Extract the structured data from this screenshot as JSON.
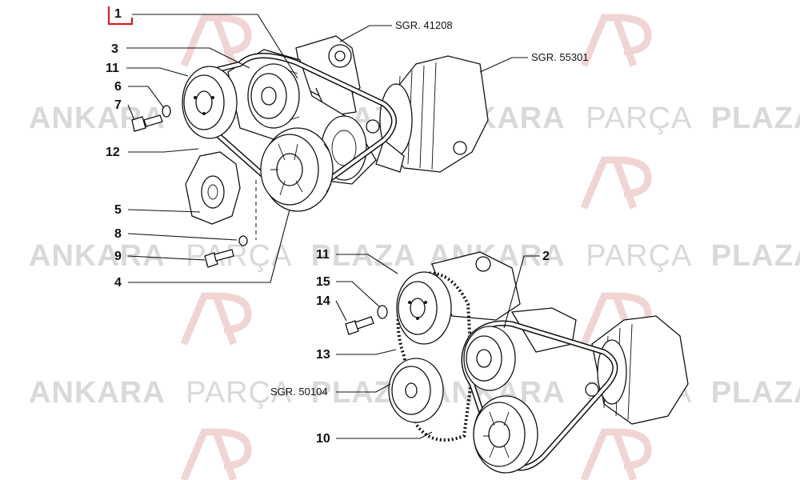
{
  "watermark": {
    "brand_word_1": "ANKARA",
    "brand_word_2": "PARÇA",
    "brand_word_3": "PLAZA",
    "logo_text": "AP",
    "color": "#d9d9d9",
    "logo_color": "#f3d6d6"
  },
  "highlight_color": "#cc2222",
  "callouts": {
    "c1": "1",
    "c3": "3",
    "c11a": "11",
    "c6": "6",
    "c7": "7",
    "c12": "12",
    "c5": "5",
    "c8": "8",
    "c9": "9",
    "c4": "4",
    "c11b": "11",
    "c15": "15",
    "c14": "14",
    "c13": "13",
    "c10": "10",
    "c2": "2"
  },
  "references": {
    "sgr_41208": "SGR. 41208",
    "sgr_55301": "SGR. 55301",
    "sgr_50104": "SGR. 50104"
  }
}
